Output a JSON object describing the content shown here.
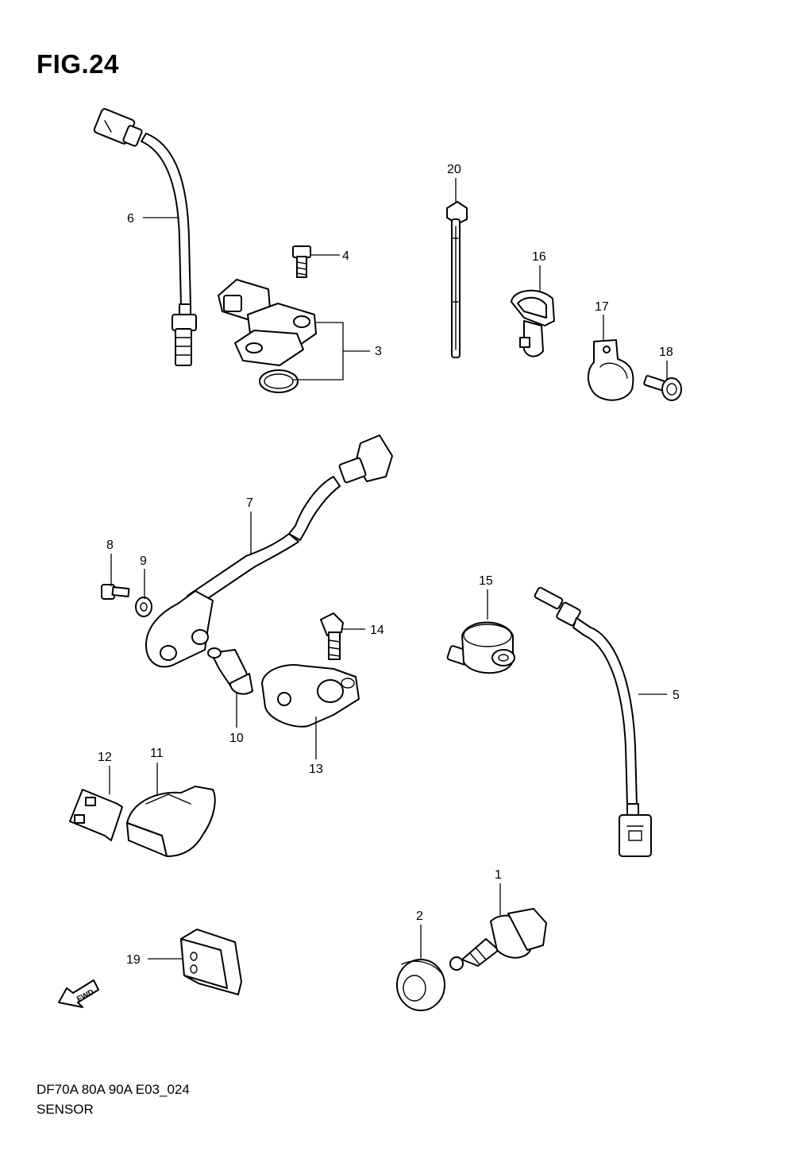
{
  "figure": {
    "title": "FIG.24",
    "model_code": "DF70A 80A 90A E03_024",
    "section_name": "SENSOR"
  },
  "part_numbers": [
    "1",
    "2",
    "3",
    "4",
    "5",
    "6",
    "7",
    "8",
    "9",
    "10",
    "11",
    "12",
    "13",
    "14",
    "15",
    "16",
    "17",
    "18",
    "19",
    "20"
  ],
  "fwd_label": "FWD"
}
